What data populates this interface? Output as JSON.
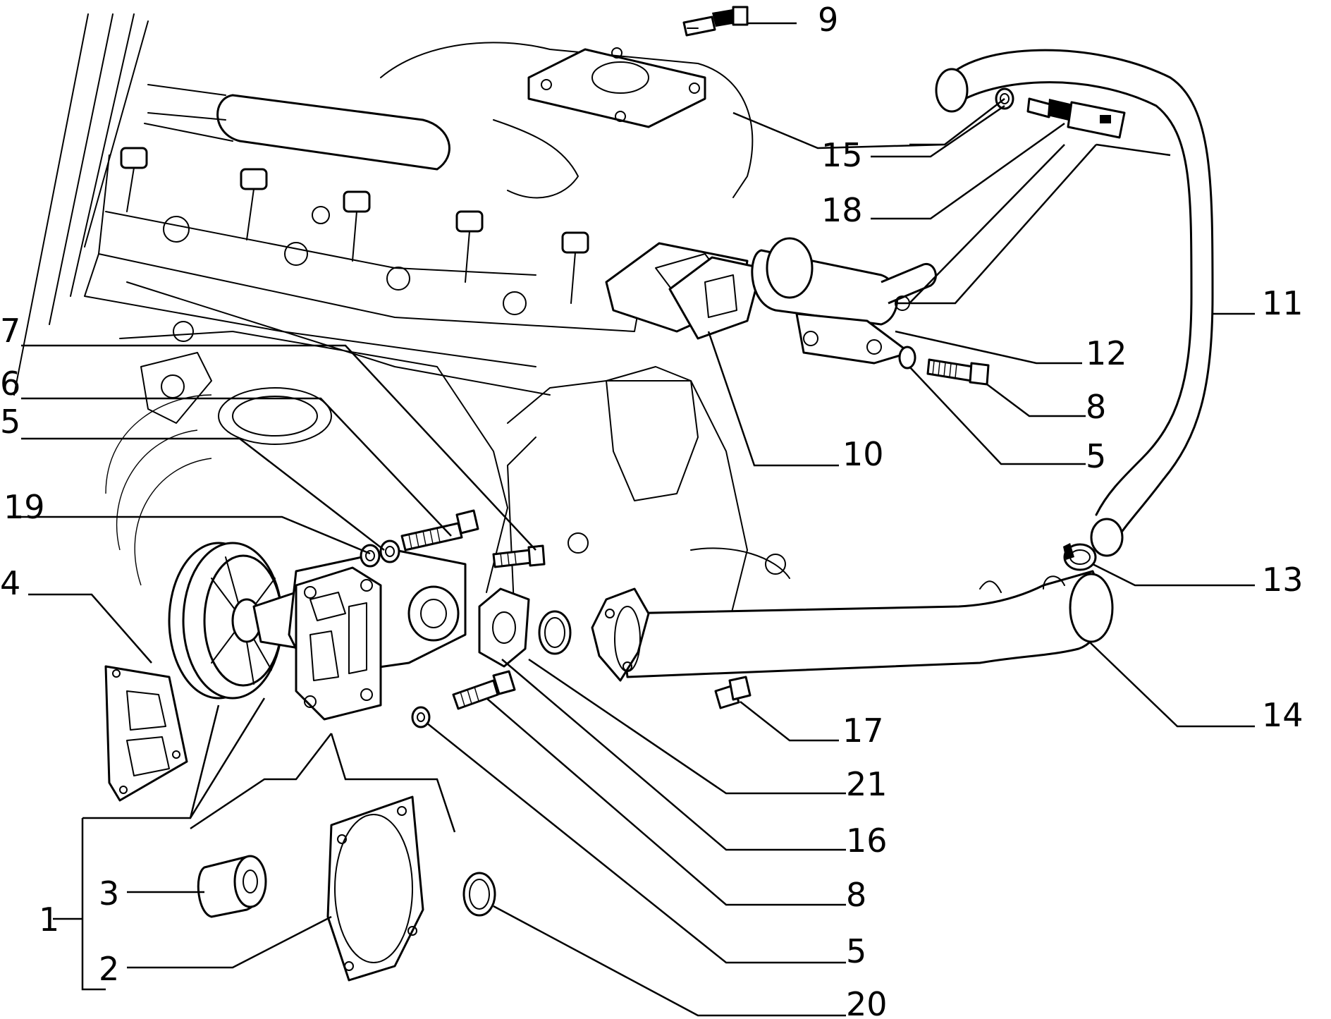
{
  "callouts": {
    "c1": "1",
    "c2": "2",
    "c3": "3",
    "c4": "4",
    "c5a": "5",
    "c5b": "5",
    "c5c": "5",
    "c6": "6",
    "c7": "7",
    "c8a": "8",
    "c8b": "8",
    "c9": "9",
    "c10": "10",
    "c11": "11",
    "c12": "12",
    "c13": "13",
    "c14": "14",
    "c15": "15",
    "c16": "16",
    "c17": "17",
    "c18": "18",
    "c19": "19",
    "c20": "20",
    "c21": "21"
  }
}
